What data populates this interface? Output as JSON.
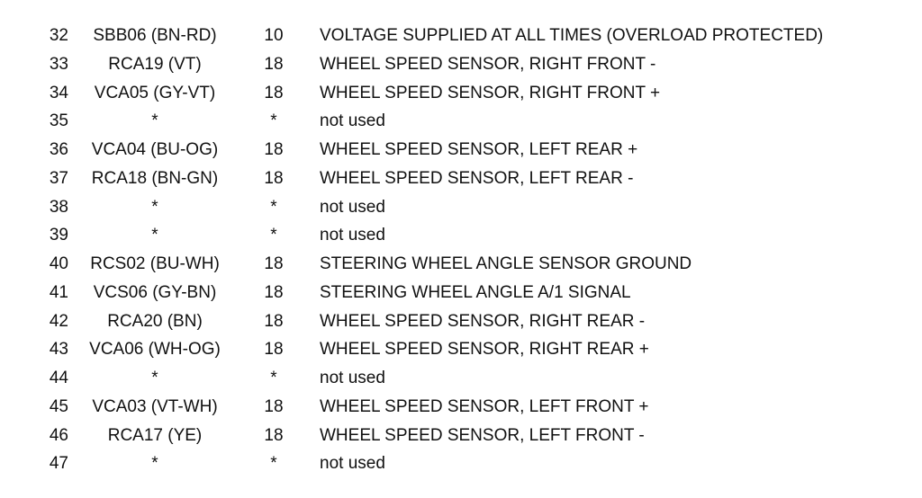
{
  "rows": [
    {
      "pin": "32",
      "circuit": "SBB06 (BN-RD)",
      "gauge": "10",
      "function": "VOLTAGE SUPPLIED AT ALL TIMES (OVERLOAD PROTECTED)"
    },
    {
      "pin": "33",
      "circuit": "RCA19 (VT)",
      "gauge": "18",
      "function": "WHEEL SPEED SENSOR, RIGHT FRONT -"
    },
    {
      "pin": "34",
      "circuit": "VCA05 (GY-VT)",
      "gauge": "18",
      "function": "WHEEL SPEED SENSOR, RIGHT FRONT +"
    },
    {
      "pin": "35",
      "circuit": "*",
      "gauge": "*",
      "function": "not used"
    },
    {
      "pin": "36",
      "circuit": "VCA04 (BU-OG)",
      "gauge": "18",
      "function": "WHEEL SPEED SENSOR, LEFT REAR +"
    },
    {
      "pin": "37",
      "circuit": "RCA18 (BN-GN)",
      "gauge": "18",
      "function": "WHEEL SPEED SENSOR, LEFT REAR -"
    },
    {
      "pin": "38",
      "circuit": "*",
      "gauge": "*",
      "function": "not used"
    },
    {
      "pin": "39",
      "circuit": "*",
      "gauge": "*",
      "function": "not used"
    },
    {
      "pin": "40",
      "circuit": "RCS02 (BU-WH)",
      "gauge": "18",
      "function": "STEERING WHEEL ANGLE SENSOR GROUND"
    },
    {
      "pin": "41",
      "circuit": "VCS06 (GY-BN)",
      "gauge": "18",
      "function": "STEERING WHEEL ANGLE A/1 SIGNAL"
    },
    {
      "pin": "42",
      "circuit": "RCA20 (BN)",
      "gauge": "18",
      "function": "WHEEL SPEED SENSOR, RIGHT REAR -"
    },
    {
      "pin": "43",
      "circuit": "VCA06 (WH-OG)",
      "gauge": "18",
      "function": "WHEEL SPEED SENSOR, RIGHT REAR +"
    },
    {
      "pin": "44",
      "circuit": "*",
      "gauge": "*",
      "function": "not used"
    },
    {
      "pin": "45",
      "circuit": "VCA03 (VT-WH)",
      "gauge": "18",
      "function": "WHEEL SPEED SENSOR, LEFT FRONT +"
    },
    {
      "pin": "46",
      "circuit": "RCA17 (YE)",
      "gauge": "18",
      "function": "WHEEL SPEED SENSOR, LEFT FRONT -"
    },
    {
      "pin": "47",
      "circuit": "*",
      "gauge": "*",
      "function": "not used"
    }
  ]
}
